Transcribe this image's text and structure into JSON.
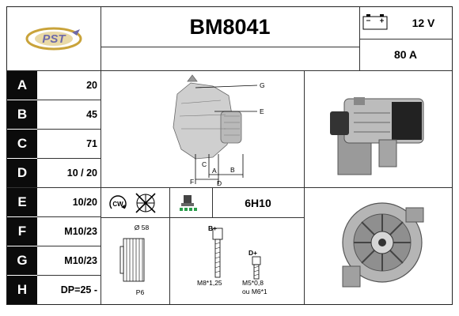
{
  "header": {
    "logo_text": "PST",
    "part_number": "BM8041",
    "voltage": "12 V",
    "amperage": "80 A"
  },
  "rows": [
    {
      "letter": "A",
      "value": "20"
    },
    {
      "letter": "B",
      "value": "45"
    },
    {
      "letter": "C",
      "value": "71"
    },
    {
      "letter": "D",
      "value": "10 / 20"
    },
    {
      "letter": "E",
      "value": "10/20"
    },
    {
      "letter": "F",
      "value": "M10/23"
    },
    {
      "letter": "G",
      "value": "M10/23"
    },
    {
      "letter": "H",
      "value": "DP=25 -"
    }
  ],
  "diagram_labels": {
    "g": "G",
    "e": "E",
    "c": "C",
    "a": "A",
    "b": "B",
    "f": "F",
    "d": "D"
  },
  "rotation_icon": "CW",
  "code": "6H10",
  "pulley": {
    "diameter": "Ø 58",
    "grooves": "P6"
  },
  "terminals": {
    "b_plus": "B+",
    "b_thread": "M8*1,25",
    "d_plus": "D+",
    "d_thread": "M5*0,8",
    "d_alt": "ou M6*1"
  },
  "icons": [
    "battery-icon",
    "cw-rotation-icon",
    "fan-crossed-icon",
    "regulator-icon",
    "pst-logo"
  ]
}
